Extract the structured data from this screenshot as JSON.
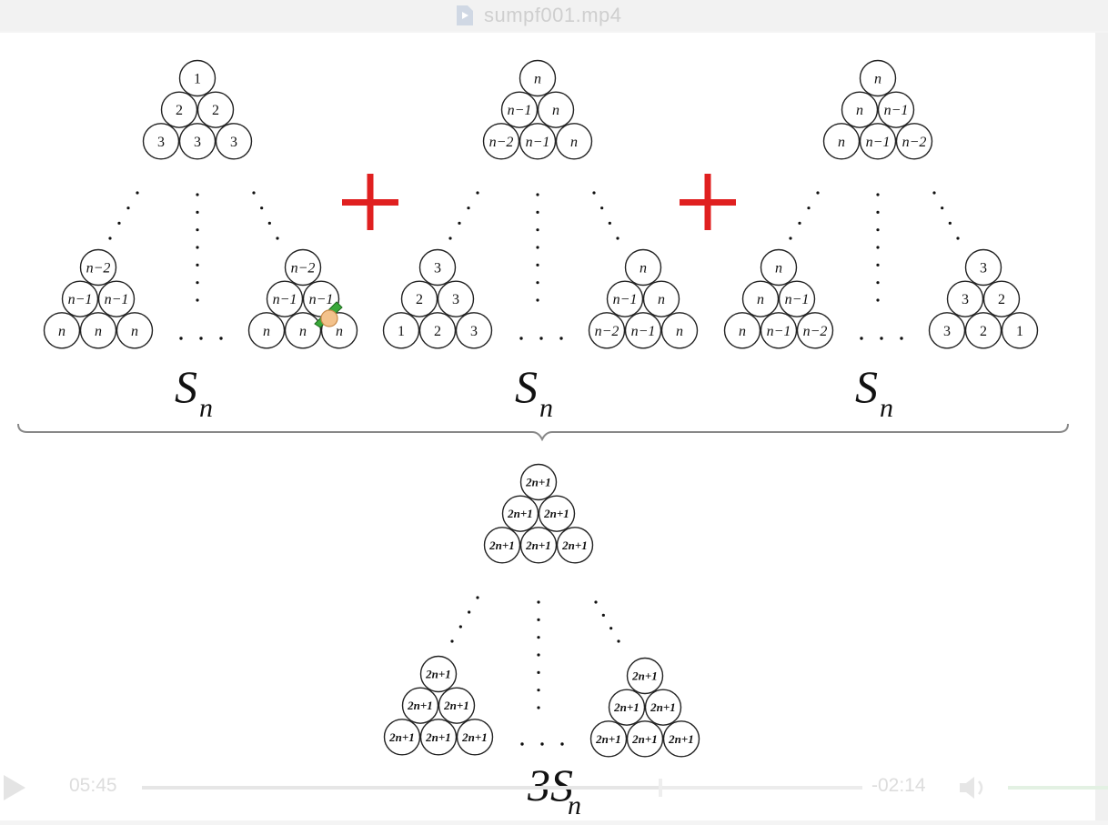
{
  "window": {
    "title": "sumpf001.mp4",
    "file_icon": "video-file-icon"
  },
  "slide": {
    "plus_sign": "+",
    "colors": {
      "plus": "#e02020",
      "stroke": "#222222",
      "ink": "#111111"
    },
    "top_row": [
      {
        "name": "triangle-a",
        "top": [
          [
            "1"
          ],
          [
            "2",
            "2"
          ],
          [
            "3",
            "3",
            "3"
          ]
        ],
        "bottom_left": [
          [
            "n−2"
          ],
          [
            "n−1",
            "n−1"
          ],
          [
            "n",
            "n",
            "n"
          ]
        ],
        "bottom_right": [
          [
            "n−2"
          ],
          [
            "n−1",
            "n−1"
          ],
          [
            "n",
            "n",
            "n"
          ]
        ],
        "sum_label": "S",
        "sum_sub": "n"
      },
      {
        "name": "triangle-b",
        "top": [
          [
            "n"
          ],
          [
            "n−1",
            "n"
          ],
          [
            "n−2",
            "n−1",
            "n"
          ]
        ],
        "bottom_left": [
          [
            "3"
          ],
          [
            "2",
            "3"
          ],
          [
            "1",
            "2",
            "3"
          ]
        ],
        "bottom_right": [
          [
            "n"
          ],
          [
            "n−1",
            "n"
          ],
          [
            "n−2",
            "n−1",
            "n"
          ]
        ],
        "sum_label": "S",
        "sum_sub": "n"
      },
      {
        "name": "triangle-c",
        "top": [
          [
            "n"
          ],
          [
            "n",
            "n−1"
          ],
          [
            "n",
            "n−1",
            "n−2"
          ]
        ],
        "bottom_left": [
          [
            "n"
          ],
          [
            "n",
            "n−1"
          ],
          [
            "n",
            "n−1",
            "n−2"
          ]
        ],
        "bottom_right": [
          [
            "3"
          ],
          [
            "3",
            "2"
          ],
          [
            "3",
            "2",
            "1"
          ]
        ],
        "sum_label": "S",
        "sum_sub": "n"
      }
    ],
    "result": {
      "top": [
        [
          "2n+1"
        ],
        [
          "2n+1",
          "2n+1"
        ],
        [
          "2n+1",
          "2n+1",
          "2n+1"
        ]
      ],
      "bottom_left": [
        [
          "2n+1"
        ],
        [
          "2n+1",
          "2n+1"
        ],
        [
          "2n+1",
          "2n+1",
          "2n+1"
        ]
      ],
      "bottom_right": [
        [
          "2n+1"
        ],
        [
          "2n+1",
          "2n+1"
        ],
        [
          "2n+1",
          "2n+1",
          "2n+1"
        ]
      ],
      "sum_label": "3S",
      "sum_sub": "n"
    },
    "ellipsis": ". . ."
  },
  "player": {
    "elapsed": "05:45",
    "remaining": "-02:14",
    "progress_fraction": 0.72,
    "play_icon": "play-icon",
    "volume_icon": "volume-icon"
  }
}
